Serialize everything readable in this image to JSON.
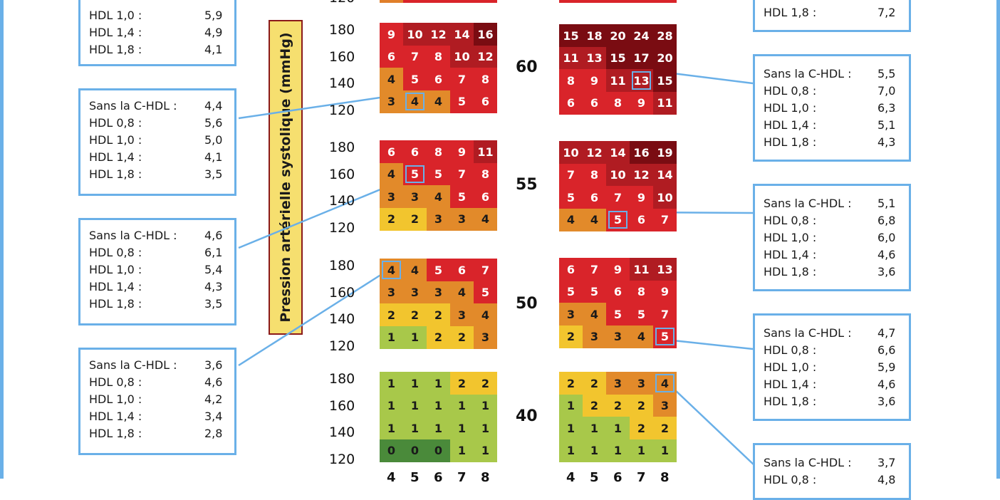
{
  "palette": {
    "0": "#4a8a3a",
    "1": "#a8c84a",
    "2": "#f2c52e",
    "3": "#e28a2a",
    "4": "#e07f2a",
    "5": "#d9242a",
    "9": "#d9242a",
    "10": "#b01c22",
    "15": "#7a0c12",
    "frame": "#6ab0e8",
    "axis_box": "#f6df6f",
    "axis_border": "#8b1a1a"
  },
  "chart_data": {
    "type": "heatmap",
    "ylabel": "Pression artérielle systolique (mmHg)",
    "y_ticks": [
      "180",
      "160",
      "140",
      "120"
    ],
    "x_ticks": [
      "4",
      "5",
      "6",
      "7",
      "8"
    ],
    "age_labels": [
      "60",
      "55",
      "50",
      "40"
    ],
    "panels": [
      {
        "name": "age-60-left",
        "rows": [
          [
            "9",
            "10",
            "12",
            "14",
            "16"
          ],
          [
            "6",
            "7",
            "8",
            "10",
            "12"
          ],
          [
            "4",
            "5",
            "6",
            "7",
            "8"
          ],
          [
            "3",
            "4",
            "4",
            "5",
            "6"
          ]
        ]
      },
      {
        "name": "age-60-right",
        "rows": [
          [
            "15",
            "18",
            "20",
            "24",
            "28"
          ],
          [
            "11",
            "13",
            "15",
            "17",
            "20"
          ],
          [
            "8",
            "9",
            "11",
            "13",
            "15"
          ],
          [
            "6",
            "6",
            "8",
            "9",
            "11"
          ]
        ]
      },
      {
        "name": "age-55-left",
        "rows": [
          [
            "6",
            "6",
            "8",
            "9",
            "11"
          ],
          [
            "4",
            "5",
            "5",
            "7",
            "8"
          ],
          [
            "3",
            "3",
            "4",
            "5",
            "6"
          ],
          [
            "2",
            "2",
            "3",
            "3",
            "4"
          ]
        ]
      },
      {
        "name": "age-55-right",
        "rows": [
          [
            "10",
            "12",
            "14",
            "16",
            "19"
          ],
          [
            "7",
            "8",
            "10",
            "12",
            "14"
          ],
          [
            "5",
            "6",
            "7",
            "9",
            "10"
          ],
          [
            "4",
            "4",
            "5",
            "6",
            "7"
          ]
        ]
      },
      {
        "name": "age-50-left",
        "rows": [
          [
            "4",
            "4",
            "5",
            "6",
            "7"
          ],
          [
            "3",
            "3",
            "3",
            "4",
            "5"
          ],
          [
            "2",
            "2",
            "2",
            "3",
            "4"
          ],
          [
            "1",
            "1",
            "2",
            "2",
            "3"
          ]
        ]
      },
      {
        "name": "age-50-right",
        "rows": [
          [
            "6",
            "7",
            "9",
            "11",
            "13"
          ],
          [
            "5",
            "5",
            "6",
            "8",
            "9"
          ],
          [
            "3",
            "4",
            "5",
            "5",
            "7"
          ],
          [
            "2",
            "3",
            "3",
            "4",
            "5"
          ]
        ]
      },
      {
        "name": "age-40-left",
        "rows": [
          [
            "1",
            "1",
            "1",
            "2",
            "2"
          ],
          [
            "1",
            "1",
            "1",
            "1",
            "1"
          ],
          [
            "1",
            "1",
            "1",
            "1",
            "1"
          ],
          [
            "0",
            "0",
            "0",
            "1",
            "1"
          ]
        ]
      },
      {
        "name": "age-40-right",
        "rows": [
          [
            "2",
            "2",
            "3",
            "3",
            "4"
          ],
          [
            "1",
            "2",
            "2",
            "2",
            "3"
          ],
          [
            "1",
            "1",
            "1",
            "2",
            "2"
          ],
          [
            "1",
            "1",
            "1",
            "1",
            "1"
          ]
        ]
      }
    ]
  },
  "left_boxes": [
    {
      "rows": [
        [
          "HDL 1,0 :",
          "5,9"
        ],
        [
          "HDL 1,4 :",
          "4,9"
        ],
        [
          "HDL 1,8 :",
          "4,1"
        ]
      ]
    },
    {
      "rows": [
        [
          "Sans la C-HDL :",
          "4,4"
        ],
        [
          "HDL 0,8 :",
          "5,6"
        ],
        [
          "HDL 1,0 :",
          "5,0"
        ],
        [
          "HDL 1,4 :",
          "4,1"
        ],
        [
          "HDL 1,8 :",
          "3,5"
        ]
      ]
    },
    {
      "rows": [
        [
          "Sans la C-HDL :",
          "4,6"
        ],
        [
          "HDL 0,8 :",
          "6,1"
        ],
        [
          "HDL 1,0 :",
          "5,4"
        ],
        [
          "HDL 1,4 :",
          "4,3"
        ],
        [
          "HDL 1,8 :",
          "3,5"
        ]
      ]
    },
    {
      "rows": [
        [
          "Sans la C-HDL :",
          "3,6"
        ],
        [
          "HDL 0,8 :",
          "4,6"
        ],
        [
          "HDL 1,0 :",
          "4,2"
        ],
        [
          "HDL 1,4 :",
          "3,4"
        ],
        [
          "HDL 1,8 :",
          "2,8"
        ]
      ]
    }
  ],
  "right_boxes": [
    {
      "rows": [
        [
          "HDL 1,8 :",
          "7,2"
        ]
      ]
    },
    {
      "rows": [
        [
          "Sans la C-HDL :",
          "5,5"
        ],
        [
          "HDL 0,8 :",
          "7,0"
        ],
        [
          "HDL 1,0 :",
          "6,3"
        ],
        [
          "HDL 1,4 :",
          "5,1"
        ],
        [
          "HDL 1,8 :",
          "4,3"
        ]
      ]
    },
    {
      "rows": [
        [
          "Sans la C-HDL :",
          "5,1"
        ],
        [
          "HDL 0,8 :",
          "6,8"
        ],
        [
          "HDL 1,0 :",
          "6,0"
        ],
        [
          "HDL 1,4 :",
          "4,6"
        ],
        [
          "HDL 1,8 :",
          "3,6"
        ]
      ]
    },
    {
      "rows": [
        [
          "Sans la C-HDL :",
          "4,7"
        ],
        [
          "HDL 0,8 :",
          "6,6"
        ],
        [
          "HDL 1,0 :",
          "5,9"
        ],
        [
          "HDL 1,4 :",
          "4,6"
        ],
        [
          "HDL 1,8 :",
          "3,6"
        ]
      ]
    },
    {
      "rows": [
        [
          "Sans la C-HDL :",
          "3,7"
        ],
        [
          "HDL 0,8 :",
          "4,8"
        ]
      ]
    }
  ]
}
